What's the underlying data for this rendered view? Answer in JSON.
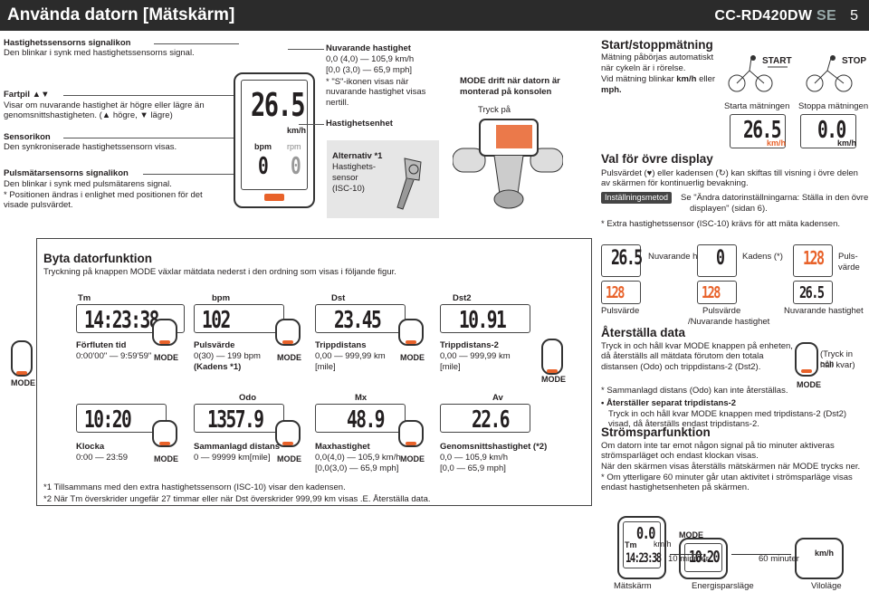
{
  "header": {
    "title": "Använda datorn [Mätskärm]",
    "model_main": "CC-RD420DW",
    "model_se": "SE",
    "page": "5"
  },
  "left_callouts": {
    "speed_signal_title": "Hastighetssensorns signalikon",
    "speed_signal_desc": "Den blinkar i synk med hastighetssensorns signal.",
    "pace_title": "Fartpil ▲▼",
    "pace_desc": "Visar om nuvarande hastighet är högre eller lägre än genomsnittshastigheten. (▲ högre, ▼ lägre)",
    "sensor_title": "Sensorikon",
    "sensor_desc": "Den synkroniserade hastighetssensorn visas.",
    "hr_signal_title": "Pulsmätarsensorns signalikon",
    "hr_signal_desc": "Den blinkar i synk med pulsmätarens signal.",
    "hr_note": "* Positionen ändras i enlighet med positionen för det visade pulsvärdet."
  },
  "center_callouts": {
    "speed_title": "Nuvarande hastighet",
    "speed_range1": "0,0 (4,0) — 105,9 km/h",
    "speed_range2": "[0,0 (3,0) — 65,9 mph]",
    "speed_note": "* \"S\"-ikonen visas när nuvarande hastighet visas nertill.",
    "unit_title": "Hastighetsenhet",
    "alt_label": "Alternativ *1",
    "alt_line1": "Hastighets-",
    "alt_line2": "sensor",
    "alt_line3": "(ISC-10)"
  },
  "main_display": {
    "speed": "26.5",
    "unit": "km/h",
    "bpm_label": "bpm",
    "bpm_value": "0",
    "rpm_label": "rpm",
    "rpm_value": "0"
  },
  "mount": {
    "title_line1": "MODE drift när datorn är",
    "title_line2": "monterad på konsolen",
    "press": "Tryck på"
  },
  "start_stop": {
    "title": "Start/stoppmätning",
    "desc1": "Mätning påbörjas automatiskt",
    "desc2": "när cykeln är i rörelse.",
    "desc3": "Vid mätning blinkar",
    "desc3b": "km/h",
    "desc3c": "eller",
    "desc4": "mph.",
    "start_label": "START",
    "stop_label": "STOP",
    "start_caption": "Starta mätningen",
    "stop_caption": "Stoppa mätningen",
    "start_value": "26.5",
    "stop_value": "0.0",
    "unit": "km/h"
  },
  "other_display": {
    "title": "Val för övre display",
    "desc": "Pulsvärdet (♥) eller kadensen (↻) kan skiftas till visning i övre delen av skärmen för kontinuerlig bevakning.",
    "tag": "Inställningsmetod",
    "tag_text1": "Se \"Ändra datorinställningarna: Ställa in den övre",
    "tag_text2": "displayen\" (sidan 6).",
    "note": "* Extra hastighetssensor (ISC-10) krävs för att mäta kadensen."
  },
  "func": {
    "title": "Byta datorfunktion",
    "desc": "Tryckning på knappen MODE växlar mätdata nederst i den ordning som visas i följande figur.",
    "mode": "MODE",
    "items": [
      {
        "tag": "Tm",
        "value": "14:23:38",
        "name": "Förfluten tid",
        "range": "0:00'00\" — 9:59'59\""
      },
      {
        "tag": "bpm",
        "value": "102",
        "name": "Pulsvärde",
        "range": "0(30) — 199 bpm",
        "extra": "(Kadens *1)"
      },
      {
        "tag": "Dst",
        "value": "23.45",
        "name": "Trippdistans",
        "range": "0,00 — 999,99 km",
        "extra": "[mile]"
      },
      {
        "tag": "Dst2",
        "value": "10.91",
        "name": "Trippdistans-2",
        "range": "0,00 — 999,99 km",
        "extra": "[mile]"
      },
      {
        "tag": "",
        "value": "10:20",
        "name": "Klocka",
        "range": "0:00 — 23:59"
      },
      {
        "tag": "Odo",
        "value": "1357.9",
        "name": "Sammanlagd distans",
        "range": "0 — 99999 km[mile]"
      },
      {
        "tag": "Mx",
        "value": "48.9",
        "name": "Maxhastighet",
        "range": "0,0(4,0) — 105,9 km/h",
        "extra": "[0,0(3,0) — 65,9 mph]"
      },
      {
        "tag": "Av",
        "value": "22.6",
        "name": "Genomsnittshastighet (*2)",
        "range": "0,0 — 105,9 km/h",
        "extra": "[0,0 — 65,9 mph]"
      }
    ],
    "foot1": "*1  Tillsammans med den extra hastighetssensorn (ISC-10) visar den kadensen.",
    "foot2": "*2  När Tm överskrider ungefär 27 timmar eller när Dst överskrider 999,99 km visas .E. Återställa data."
  },
  "top_modes": {
    "label1": "Nuvarande hastighet",
    "label2": "Kadens (*)",
    "label3": "Puls-",
    "label3b": "värde",
    "v1": "26.5",
    "v2": "0",
    "v3": "128",
    "cap1": "Pulsvärde",
    "cap2": "Pulsvärde",
    "cap2b": "/Nuvarande hastighet",
    "cap3": "Nuvarande hastighet",
    "b1": "128",
    "b2": "128",
    "b3": "26.5",
    "small_unit": "bpm"
  },
  "reset": {
    "title": "Återställa data",
    "desc1": "Tryck in och håll kvar MODE knappen på enheten, då återställs all mätdata förutom den totala distansen (Odo) och trippdistans-2 (Dst2).",
    "note": "* Sammanlagd distans (Odo) kan inte återställas.",
    "press": "(Tryck in och",
    "press2": "håll kvar)",
    "mode": "MODE",
    "bullet_title": "Återställer separat tripdistans-2",
    "bullet_desc": "Tryck in och håll kvar MODE knappen med tripdistans-2 (Dst2) visad, då återställs endast tripdistans-2."
  },
  "power": {
    "title": "Strömsparfunktion",
    "desc1": "Om datorn inte tar emot någon signal på tio minuter aktiveras strömsparläget och endast klockan visas.",
    "desc2": "När den skärmen visas återställs mätskärmen när MODE trycks ner.",
    "note": "* Om ytterligare 60 minuter går utan aktivitet i strömsparläge visas endast hastighetsenheten på skärmen.",
    "mode": "MODE",
    "ten": "10 minuter",
    "sixty": "60 minuter",
    "cap1": "Mätskärm",
    "cap2": "Energisparsläge",
    "cap3": "Viloläge",
    "v1": "0.0",
    "v2": "14:23:38",
    "v3": "10:20",
    "unit": "km/h",
    "tm": "Tm"
  }
}
